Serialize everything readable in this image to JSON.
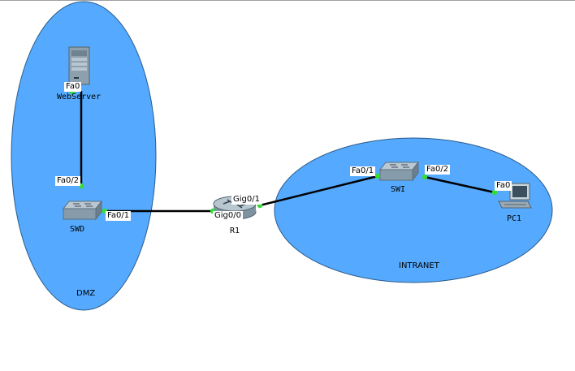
{
  "colors": {
    "zone_fill": "#55aaff",
    "zone_stroke": "#2a5a8a",
    "link": "#000000",
    "port_dot": "#33dd33"
  },
  "zones": {
    "dmz": "DMZ",
    "intranet": "INTRANET"
  },
  "devices": {
    "webserver": {
      "name": "WebServer",
      "icon": "server-icon",
      "port": "Fa0"
    },
    "swd": {
      "name": "SWD",
      "icon": "switch-icon",
      "port_up": "Fa0/2",
      "port_right": "Fa0/1"
    },
    "r1": {
      "name": "R1",
      "icon": "router-icon",
      "port_left": "Gig0/0",
      "port_right": "Gig0/1"
    },
    "swi": {
      "name": "SWI",
      "icon": "switch-icon",
      "port_left": "Fa0/1",
      "port_right": "Fa0/2"
    },
    "pc1": {
      "name": "PC1",
      "icon": "pc-icon",
      "port": "Fa0"
    }
  }
}
